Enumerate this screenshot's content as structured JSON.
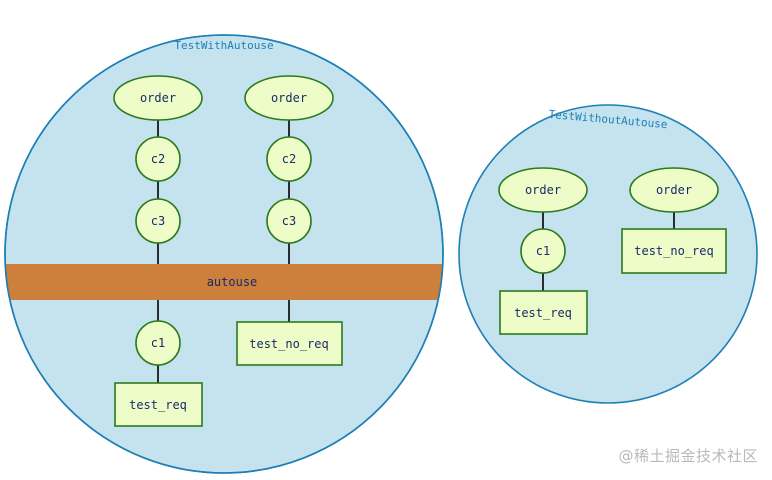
{
  "diagram": {
    "left_scope": {
      "title": "TestWithAutouse",
      "autouse_label": "autouse",
      "test_req": {
        "order": "order",
        "c2": "c2",
        "c3": "c3",
        "c1": "c1",
        "test": "test_req"
      },
      "test_no_req": {
        "order": "order",
        "c2": "c2",
        "c3": "c3",
        "test": "test_no_req"
      }
    },
    "right_scope": {
      "title": "TestWithoutAutouse",
      "test_req": {
        "order": "order",
        "c1": "c1",
        "test": "test_req"
      },
      "test_no_req": {
        "order": "order",
        "test": "test_no_req"
      }
    },
    "colors": {
      "scope_fill": "#c4e3ee",
      "scope_stroke": "#1f7fb5",
      "node_fill": "#eefcc8",
      "node_stroke": "#2a7a1e",
      "autouse_band": "#cd7f3c"
    }
  },
  "watermark": "@稀土掘金技术社区"
}
